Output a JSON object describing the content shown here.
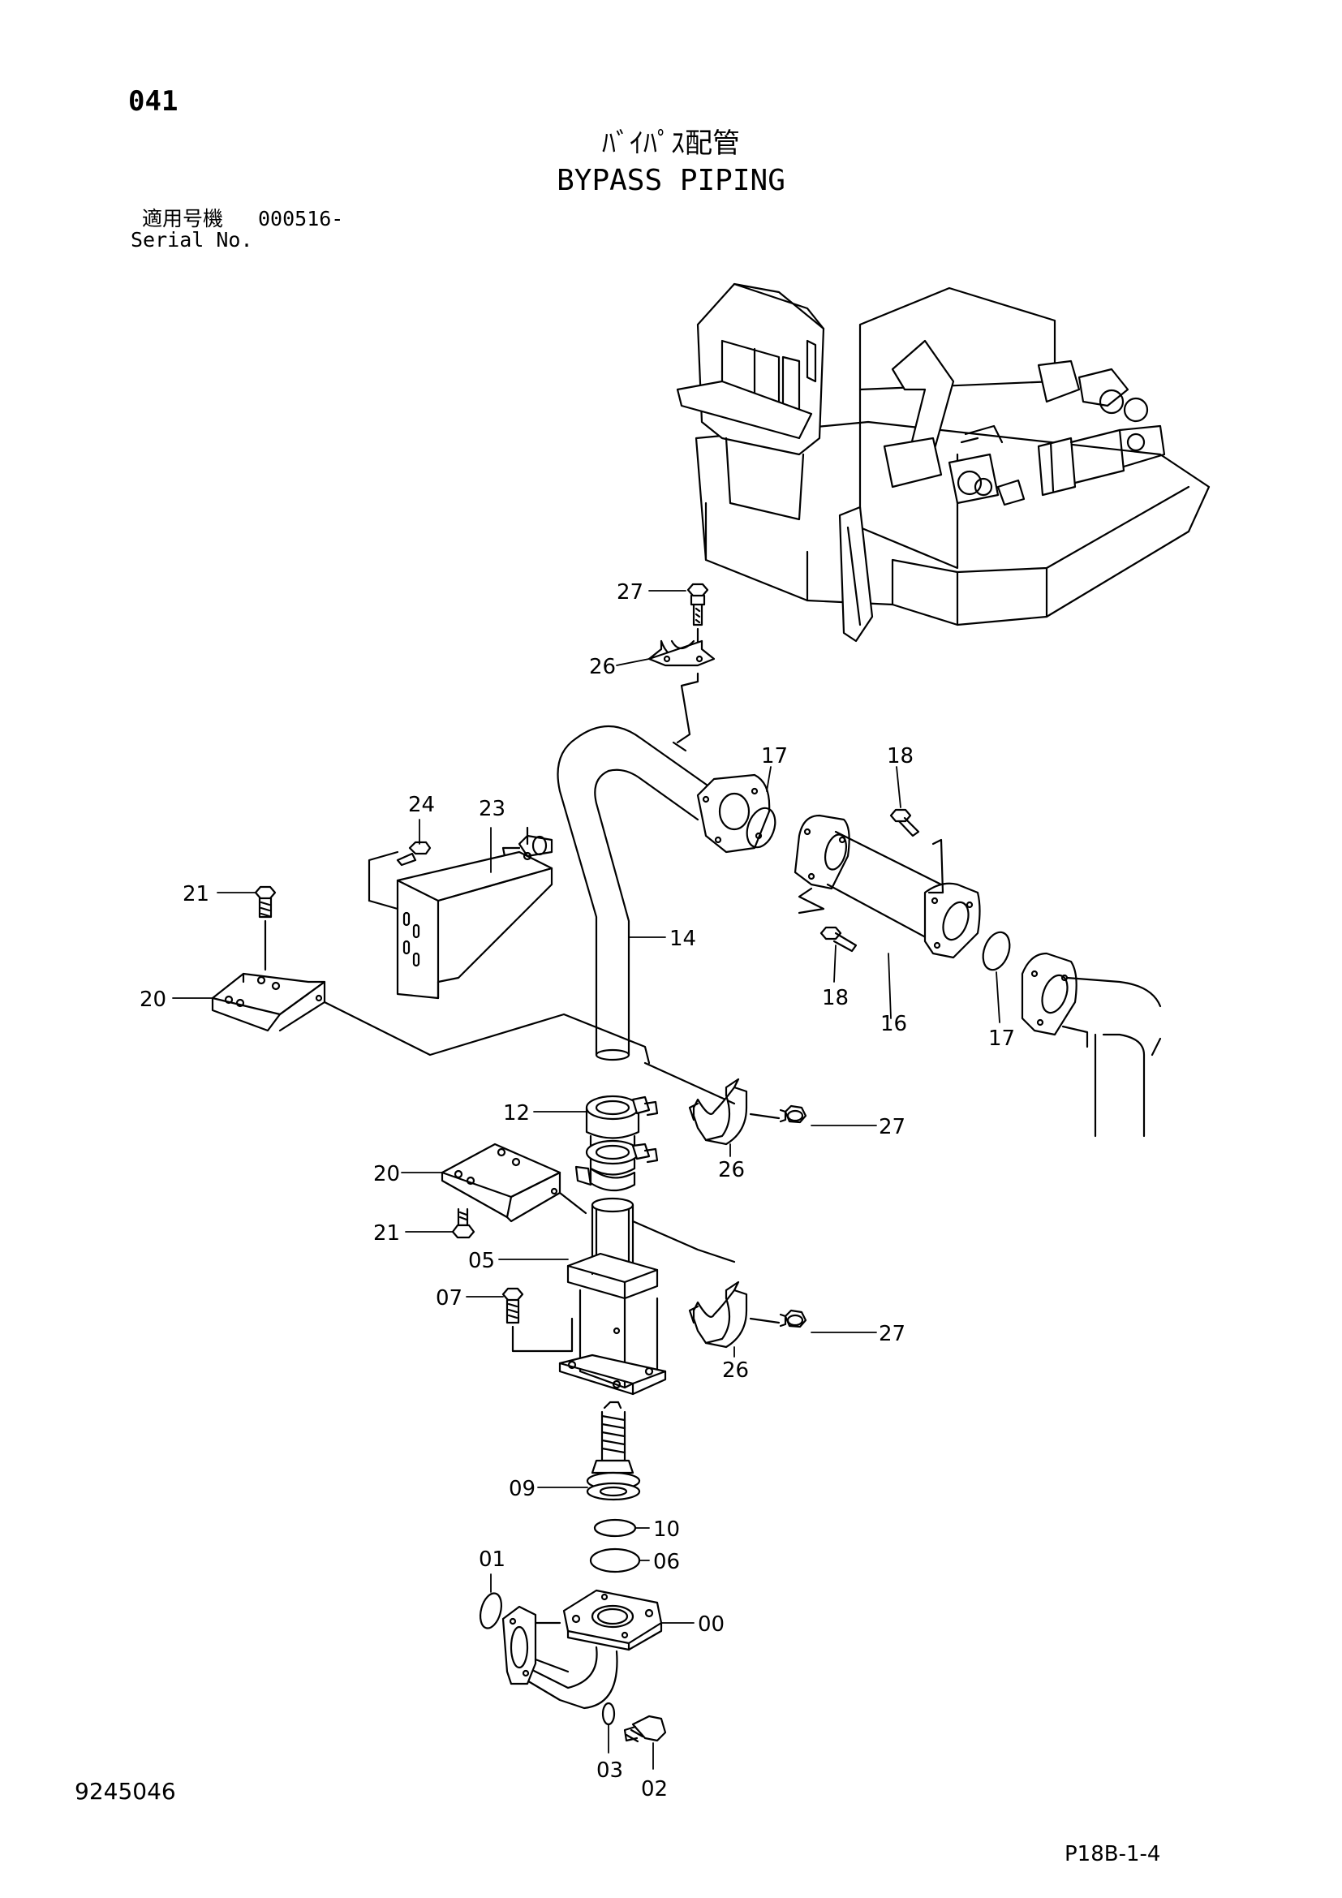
{
  "header": {
    "page_number": "041",
    "title_jp": "ﾊﾞｲﾊﾟｽ配管",
    "title_en": "BYPASS PIPING",
    "serial_label_jp": "適用号機",
    "serial_value": "000516-",
    "serial_label_en": "Serial No."
  },
  "footer": {
    "drawing_number": "9245046",
    "page_ref": "P18B-1-4"
  },
  "callouts": [
    {
      "id": "c27a",
      "label": "27"
    },
    {
      "id": "c26a",
      "label": "26"
    },
    {
      "id": "c17a",
      "label": "17"
    },
    {
      "id": "c18a",
      "label": "18"
    },
    {
      "id": "c24",
      "label": "24"
    },
    {
      "id": "c23",
      "label": "23"
    },
    {
      "id": "c21a",
      "label": "21"
    },
    {
      "id": "c14",
      "label": "14"
    },
    {
      "id": "c20a",
      "label": "20"
    },
    {
      "id": "c18b",
      "label": "18"
    },
    {
      "id": "c16",
      "label": "16"
    },
    {
      "id": "c17b",
      "label": "17"
    },
    {
      "id": "c12",
      "label": "12"
    },
    {
      "id": "c27b",
      "label": "27"
    },
    {
      "id": "c26b",
      "label": "26"
    },
    {
      "id": "c20b",
      "label": "20"
    },
    {
      "id": "c21b",
      "label": "21"
    },
    {
      "id": "c05",
      "label": "05"
    },
    {
      "id": "c07",
      "label": "07"
    },
    {
      "id": "c27c",
      "label": "27"
    },
    {
      "id": "c26c",
      "label": "26"
    },
    {
      "id": "c09",
      "label": "09"
    },
    {
      "id": "c10",
      "label": "10"
    },
    {
      "id": "c06",
      "label": "06"
    },
    {
      "id": "c01",
      "label": "01"
    },
    {
      "id": "c00",
      "label": "00"
    },
    {
      "id": "c03",
      "label": "03"
    },
    {
      "id": "c02",
      "label": "02"
    }
  ]
}
